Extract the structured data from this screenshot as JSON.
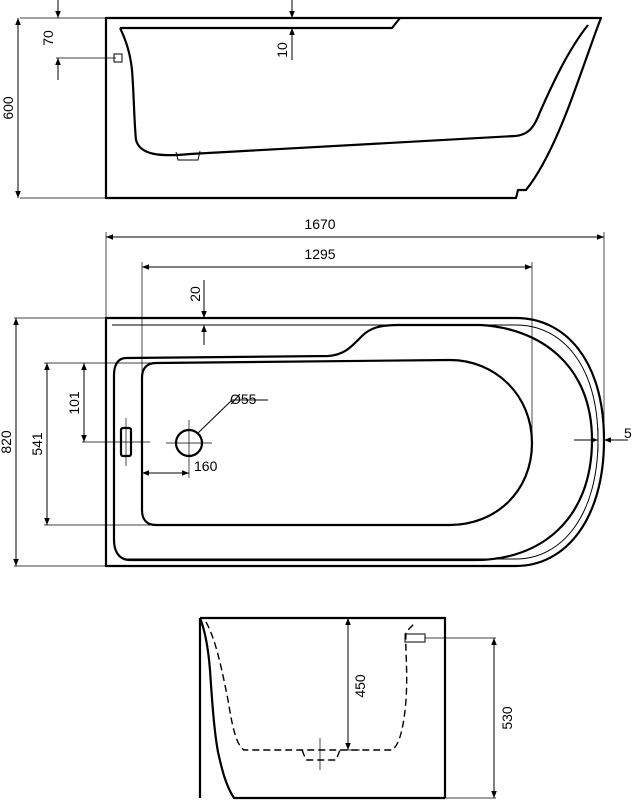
{
  "colors": {
    "line": "#000000",
    "background": "#ffffff"
  },
  "side_view": {
    "dim_height": "600",
    "dim_overflow_offset": "70",
    "dim_rim": "10"
  },
  "top_view": {
    "dim_total_length": "1670",
    "dim_inner_length": "1295",
    "dim_rim_width": "20",
    "dim_width": "820",
    "dim_inner_width": "541",
    "dim_overflow_height": "101",
    "dim_drain_diameter": "Ø55",
    "dim_drain_offset": "160",
    "dim_edge_gap": "5"
  },
  "end_view": {
    "dim_inner_depth": "450",
    "dim_total_depth": "530"
  }
}
